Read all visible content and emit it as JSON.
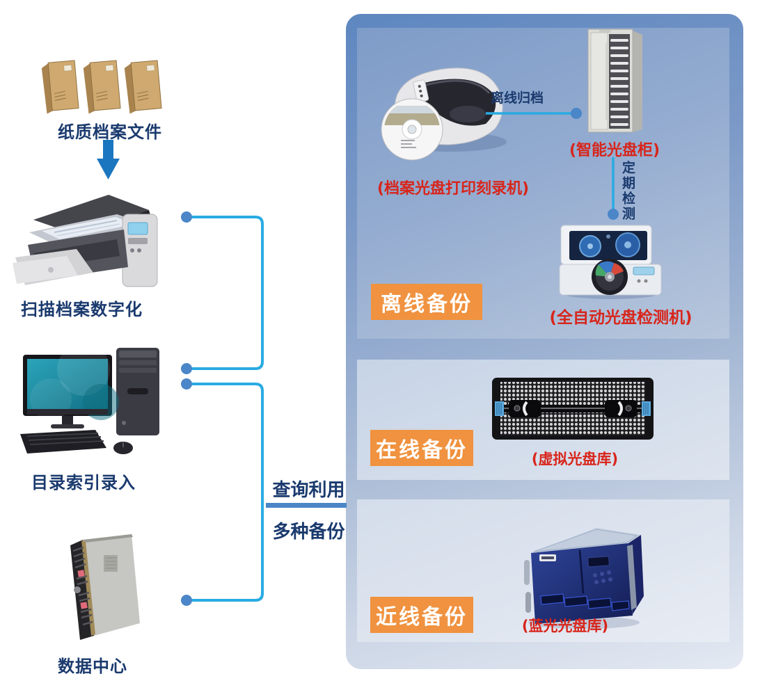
{
  "diagram": {
    "left_flow": {
      "paper_files_label": "纸质档案文件",
      "scanner_label": "扫描档案数字化",
      "catalog_label": "目录索引录入",
      "datacenter_label": "数据中心"
    },
    "middle": {
      "query_label": "查询利用",
      "backup_label": "多种备份"
    },
    "offline_section": {
      "badge": "离线备份",
      "printer_label": "(档案光盘打印刻录机)",
      "cabinet_label": "(智能光盘柜)",
      "checker_label": "(全自动光盘检测机)",
      "archive_flow_label": "离线归档",
      "check_flow_label": "定期检测"
    },
    "online_section": {
      "badge": "在线备份",
      "device_label": "(虚拟光盘库)"
    },
    "nearline_section": {
      "badge": "近线备份",
      "device_label": "(蓝光光盘库)"
    },
    "icons": {
      "down_arrow": "down-arrow-icon",
      "connector_dot": "connector-dot",
      "connector_line": "connector-line"
    },
    "colors": {
      "navy_text": "#1a3a6e",
      "red_text": "#d8251b",
      "badge_orange": "#f0923f",
      "connector_cyan": "#29abe2",
      "connector_dot_blue": "#4a86c8",
      "arrow_blue": "#1b76c0",
      "panel_blue_top": "#5e87c0",
      "panel_blue_bottom": "#e4e9f2"
    }
  }
}
